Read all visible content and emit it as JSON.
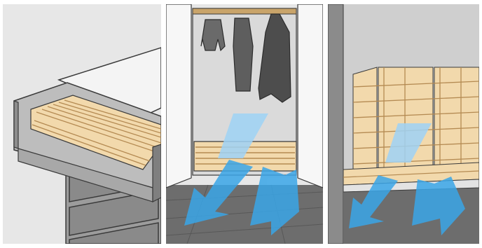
{
  "panels": [
    {
      "id": "drawer",
      "subject": "open-drawer-with-wooden-slats"
    },
    {
      "id": "closet",
      "subject": "closet-with-hanging-clothes-and-slatted-floor"
    },
    {
      "id": "room",
      "subject": "room-with-slatted-wall-and-floor-panels"
    }
  ],
  "colors": {
    "background": "#e7e7e7",
    "wood": "#f2d9ac",
    "wood_dark": "#d8b27a",
    "outline": "#3a3a3a",
    "airflow": "#3aa6e8",
    "floor": "#6d6d6d",
    "wall": "#9a9a9a"
  },
  "icons": [
    "airflow-arrow-icon"
  ]
}
